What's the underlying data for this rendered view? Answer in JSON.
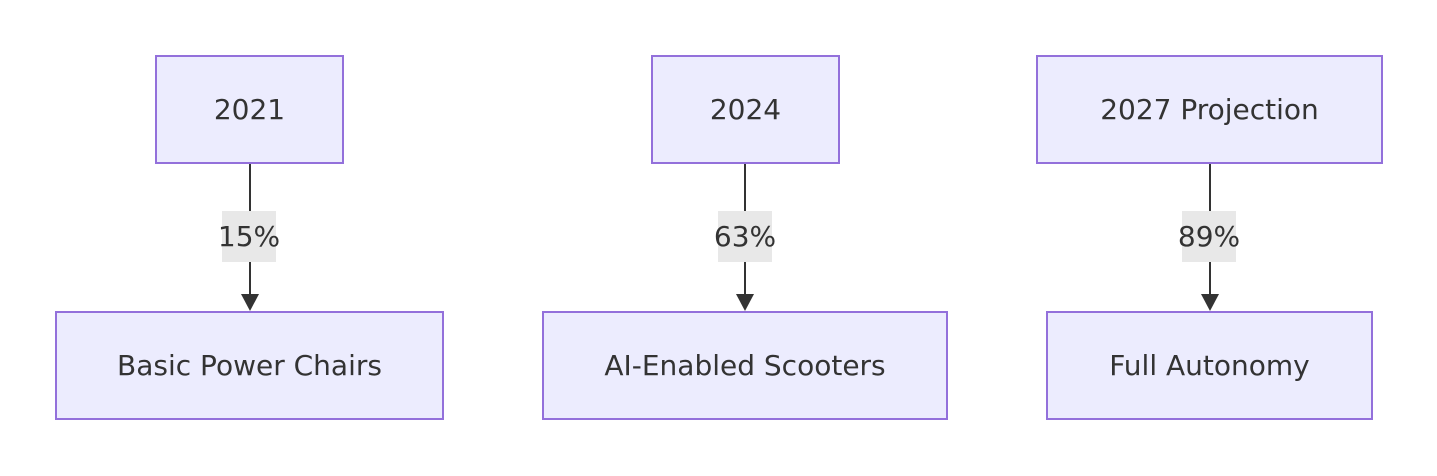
{
  "diagram": {
    "nodes": {
      "year_2021": "2021",
      "year_2024": "2024",
      "year_2027": "2027 Projection",
      "basic": "Basic Power Chairs",
      "ai": "AI-Enabled Scooters",
      "full": "Full Autonomy"
    },
    "edges": [
      {
        "from": "2021",
        "to": "Basic Power Chairs",
        "label": "15%"
      },
      {
        "from": "2024",
        "to": "AI-Enabled Scooters",
        "label": "63%"
      },
      {
        "from": "2027 Projection",
        "to": "Full Autonomy",
        "label": "89%"
      }
    ],
    "colors": {
      "node_fill": "#ececfe",
      "node_border": "#9370db",
      "edge": "#333333",
      "label_bg": "#e8e8e8",
      "text": "#333333"
    }
  }
}
